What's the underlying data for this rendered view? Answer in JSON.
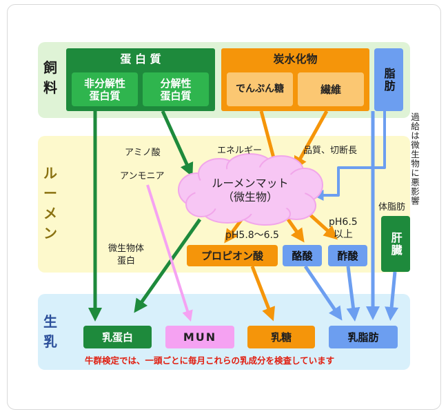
{
  "sections": {
    "feed": "飼料",
    "rumen": "ルーメン",
    "milk": "生乳"
  },
  "feed": {
    "protein": {
      "header": "蛋 白 質",
      "non_degradable": "非分解性\n蛋白質",
      "degradable": "分解性\n蛋白質"
    },
    "carbohydrate": {
      "header": "炭水化物",
      "starch": "でんぷん糖",
      "fiber": "繊維"
    },
    "fat": "脂肪"
  },
  "rumen": {
    "mat_line1": "ルーメンマット",
    "mat_line2": "（微生物）",
    "amino_acid": "アミノ酸",
    "ammonia": "アンモニア",
    "energy": "エネルギー",
    "quality_cut": "品質、切断長",
    "ph_range": "pH5.8～6.5",
    "ph_high": "pH6.5\n以上",
    "microbial_protein": "微生物体\n蛋白",
    "propionic": "プロピオン酸",
    "butyric": "酪酸",
    "acetic": "酢酸",
    "excess_fat_note": "過給は微生物に悪影響",
    "body_fat": "体脂肪",
    "liver": "肝臓"
  },
  "milk": {
    "protein": "乳蛋白",
    "mun": "MUN",
    "lactose": "乳糖",
    "fat": "乳脂肪",
    "note": "牛群検定では、一頭ごとに毎月これらの乳成分を検査しています"
  },
  "colors": {
    "green_dark": "#1e8a3c",
    "orange": "#f5950a",
    "blue": "#6c9ef0",
    "pink": "#f5a2f2",
    "cloud": "#f7c6f4",
    "feed_band": "#dff3d6",
    "rumen_band": "#fdf9cc",
    "milk_band": "#d8f0fb",
    "note_red": "#e01e10"
  }
}
